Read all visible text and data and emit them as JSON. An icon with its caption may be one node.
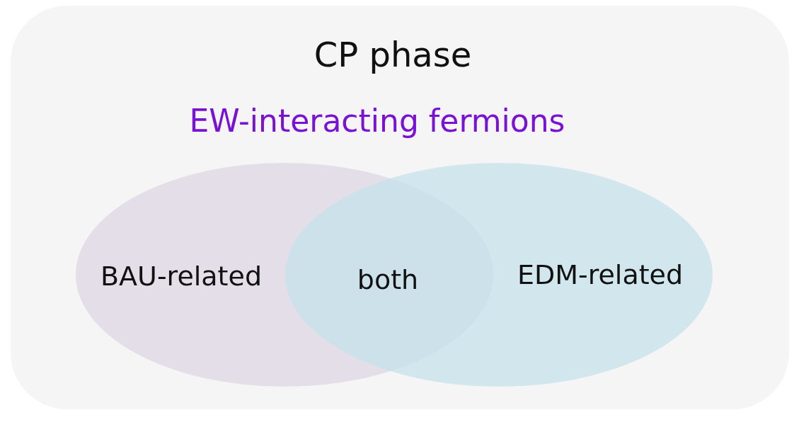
{
  "diagram": {
    "nodes": [
      {
        "text": [
          "CP phase",
          "EW-interacting fermions"
        ]
      },
      {
        "text": [
          "BAU-related"
        ],
        "in": 0
      },
      {
        "text": [
          "EDM-related"
        ],
        "in": 0
      }
    ],
    "labels": [
      "both"
    ]
  }
}
